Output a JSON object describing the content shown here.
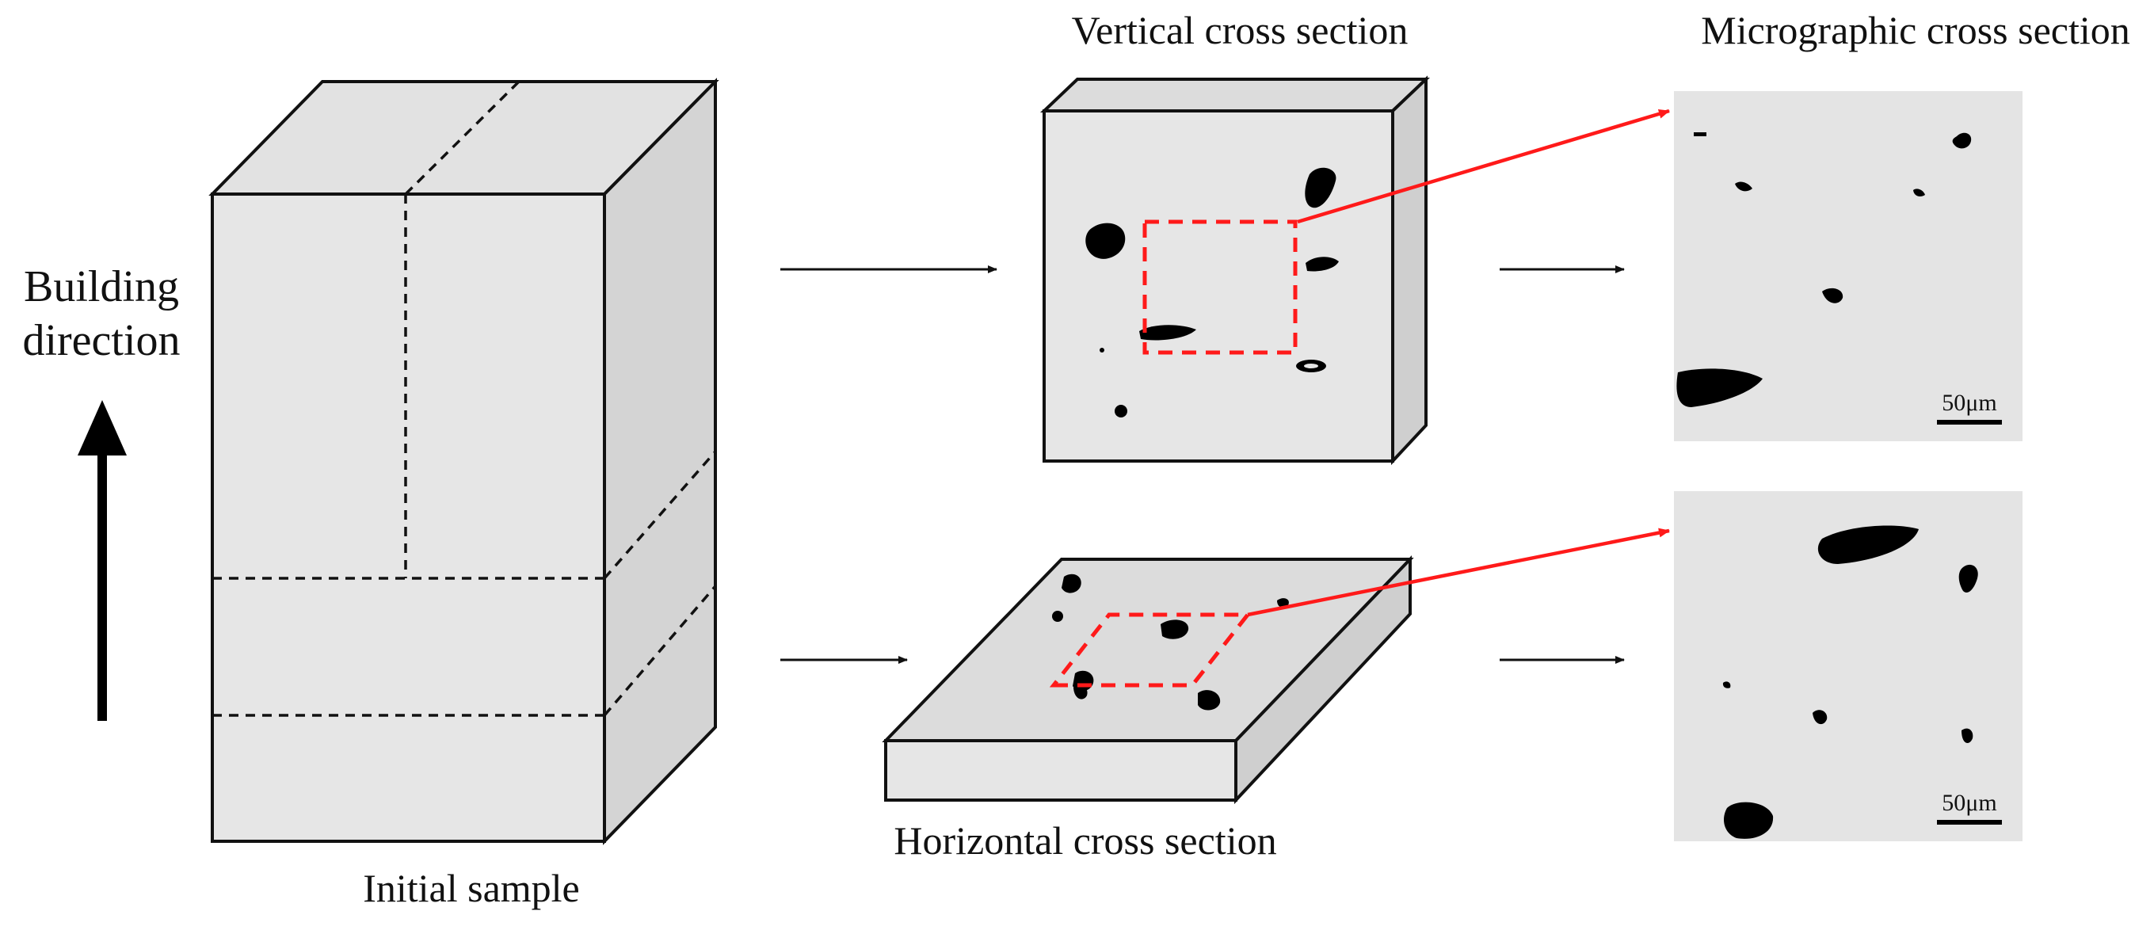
{
  "labels": {
    "building_direction_line1": "Building",
    "building_direction_line2": "direction",
    "initial_sample": "Initial sample",
    "vertical_cross_section": "Vertical cross section",
    "horizontal_cross_section": "Horizontal cross section",
    "micrographic_cross_section": "Micrographic cross section",
    "scale_bar_top": "50μm",
    "scale_bar_bottom": "50μm"
  },
  "colors": {
    "face": "#e6e6e6",
    "face_side": "#d6d6d6",
    "stroke": "#111111",
    "highlight": "#ff1a1a",
    "pore": "#000000",
    "micro_bg": "#e4e4e4"
  }
}
